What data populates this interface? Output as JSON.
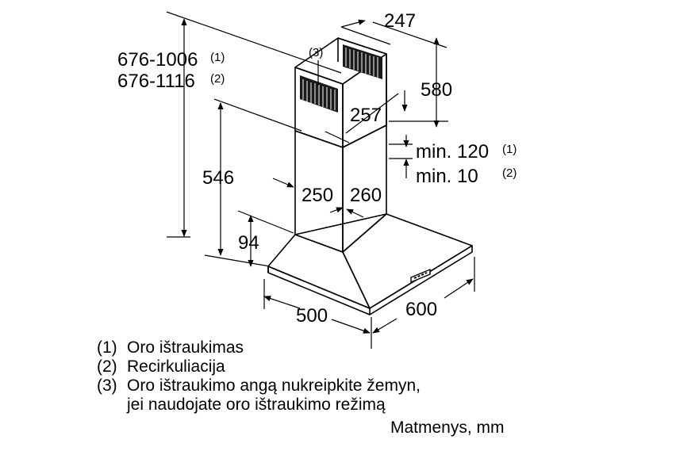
{
  "dimensions": {
    "top_width": "247",
    "chimney_upper_height": "580",
    "chimney_depth": "257",
    "chimney_width": "250",
    "chimney_front": "260",
    "total_height_1": "676-1006",
    "total_height_2": "676-1116",
    "lower_height": "546",
    "canopy_height": "94",
    "hood_width": "500",
    "hood_depth": "600",
    "ceiling_gap_1": "min. 120",
    "ceiling_gap_2": "min. 10"
  },
  "markers": {
    "m1": "(1)",
    "m2": "(2)",
    "m3": "(3)"
  },
  "legend": {
    "items": [
      {
        "key": "(1)",
        "text": "Oro ištraukimas"
      },
      {
        "key": "(2)",
        "text": "Recirkuliacija"
      },
      {
        "key": "(3)",
        "text": "Oro ištraukimo angą nukreipkite žemyn,"
      }
    ],
    "continuation": "jei naudojate oro ištraukimo režimą",
    "units": "Matmenys, mm"
  }
}
